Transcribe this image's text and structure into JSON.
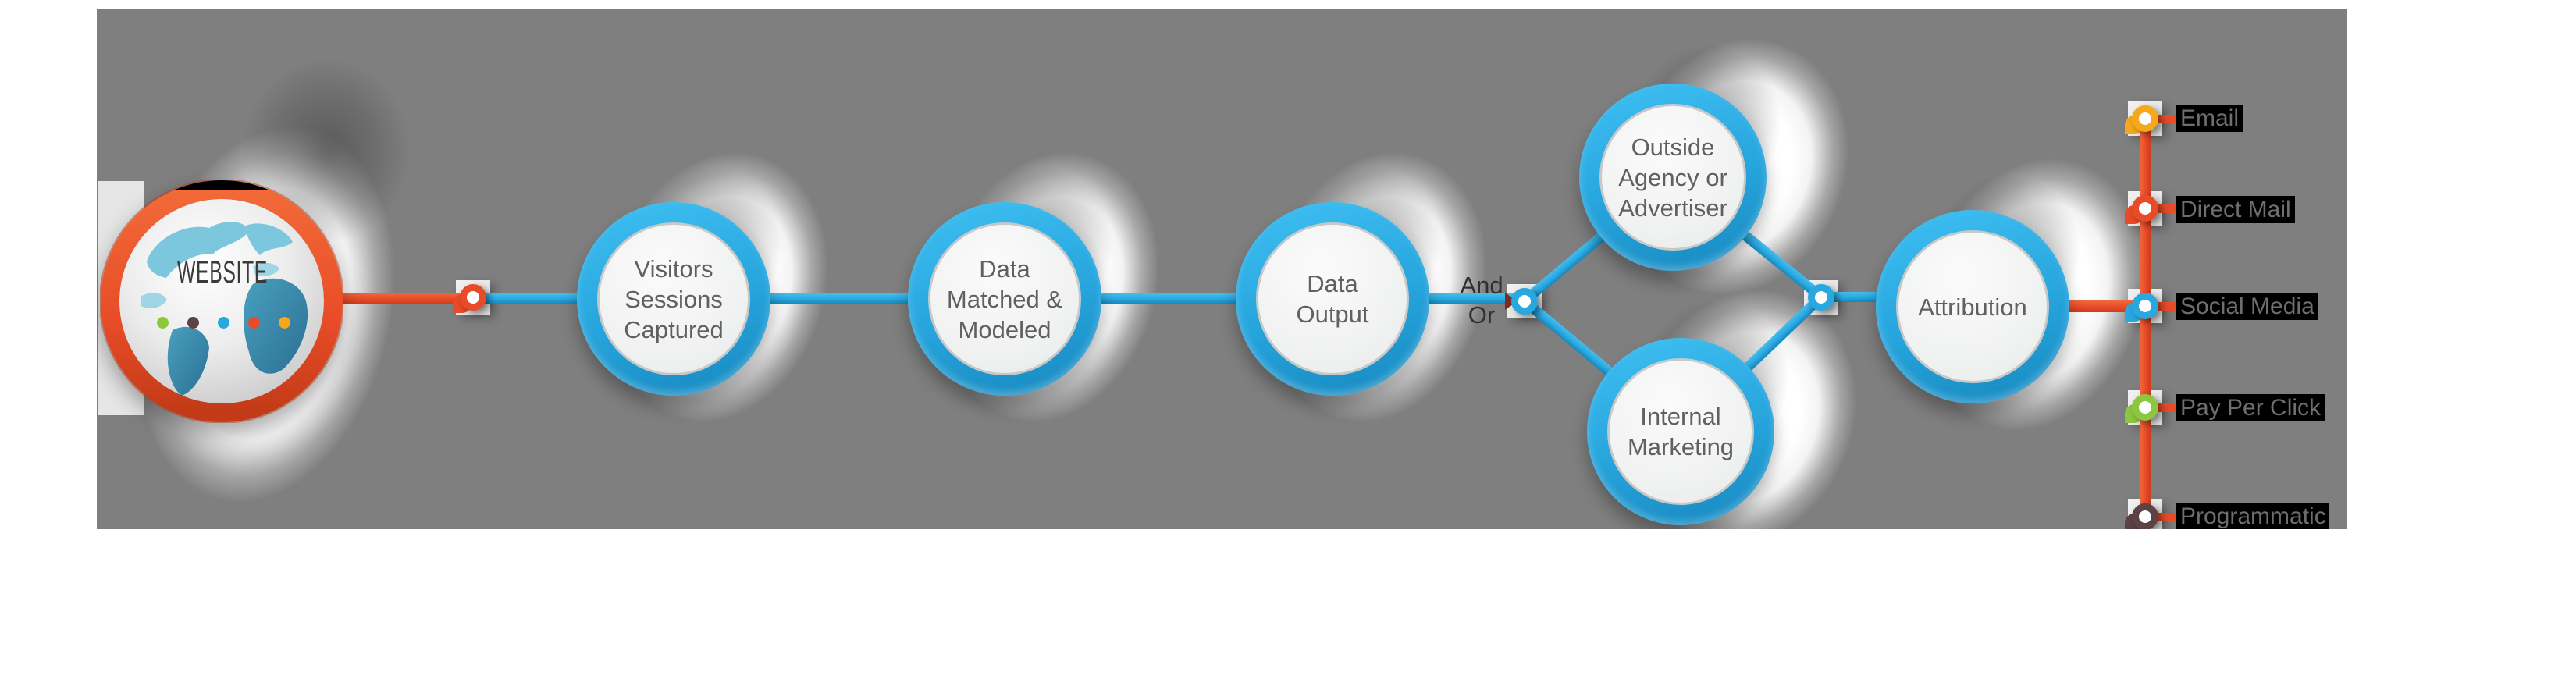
{
  "canvas": {
    "background": "#7f7f7f"
  },
  "globe": {
    "label": "WEBSITE",
    "ring_color": "#e84b27",
    "dot_colors": [
      "#8dc63f",
      "#5c4145",
      "#29a8e0",
      "#e84b27",
      "#f5a81c"
    ]
  },
  "steps": [
    {
      "label": "Visitors\nSessions\nCaptured"
    },
    {
      "label": "Data\nMatched &\nModeled"
    },
    {
      "label": "Data\nOutput"
    },
    {
      "label": "Outside\nAgency or\nAdvertiser"
    },
    {
      "label": "Internal\nMarketing"
    },
    {
      "label": "Attribution"
    }
  ],
  "junction": {
    "and_or_label": "And\nOr"
  },
  "channels": [
    {
      "label": "Email",
      "color": "#f5a81c"
    },
    {
      "label": "Direct Mail",
      "color": "#e84b27"
    },
    {
      "label": "Social Media",
      "color": "#29a8e0"
    },
    {
      "label": "Pay Per Click",
      "color": "#8dc63f"
    },
    {
      "label": "Programmatic",
      "color": "#5c4145"
    }
  ],
  "colors": {
    "flow_blue": "#29a8e0",
    "flow_red": "#e84b27",
    "circle_text": "#606060",
    "channel_label_text": "#6e6e6e",
    "channel_label_bg": "#000000"
  }
}
